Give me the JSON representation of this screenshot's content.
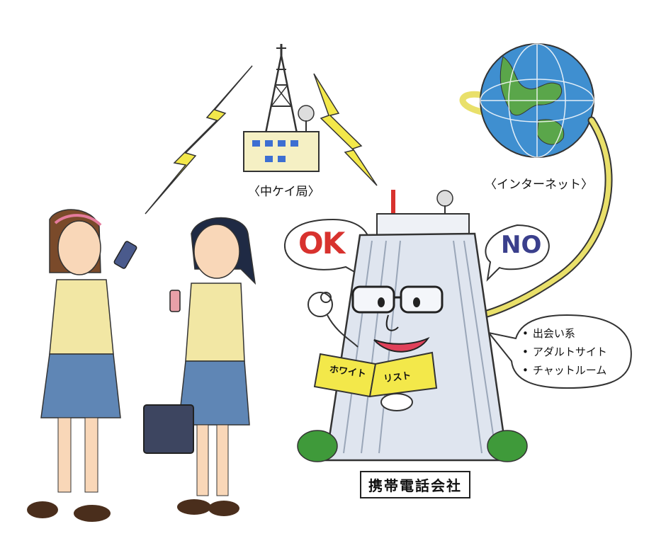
{
  "labels": {
    "relay_station": "〈中ケイ局〉",
    "internet": "〈インターネット〉",
    "company": "携帯電話会社"
  },
  "speech": {
    "ok": "OK",
    "no": "NO"
  },
  "blocked_categories": [
    "出会い系",
    "アダルトサイト",
    "チャットルーム"
  ],
  "book": {
    "left_page": "ホワイト",
    "right_page": "リスト"
  },
  "colors": {
    "lightning": "#f3e84a",
    "building": "#dfe5ef",
    "globe_ocean": "#3f8fd0",
    "globe_land": "#5aa64a",
    "skirt": "#5f86b5",
    "vest": "#f2e7a4",
    "ok_red": "#d8322e",
    "no_blue": "#3a3f8c"
  }
}
